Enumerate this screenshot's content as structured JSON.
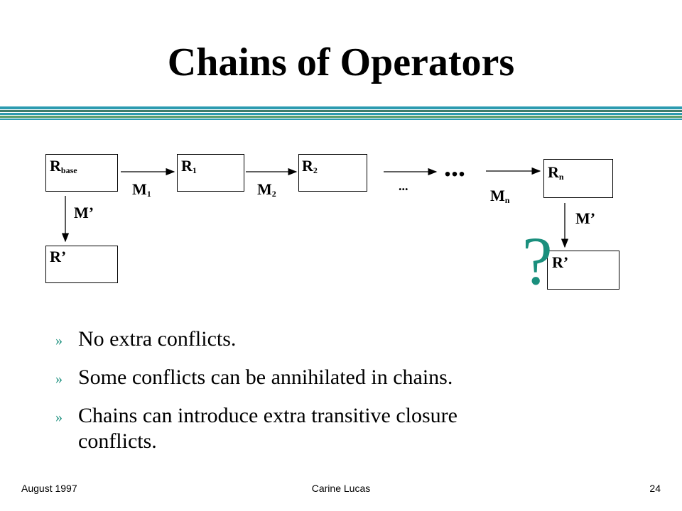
{
  "slide": {
    "title": "Chains of Operators",
    "question_mark": "?"
  },
  "diagram": {
    "nodes": {
      "r_base": {
        "main": "R",
        "sub": "base"
      },
      "r1": {
        "main": "R",
        "sub": "1"
      },
      "r2": {
        "main": "R",
        "sub": "2"
      },
      "rn": {
        "main": "R",
        "sub": "n"
      },
      "r_prime_left": {
        "main": "R’"
      },
      "r_prime_right": {
        "main": "R’"
      }
    },
    "edges": {
      "m1": {
        "main": "M",
        "sub": "1"
      },
      "m2": {
        "main": "M",
        "sub": "2"
      },
      "mn": {
        "main": "M",
        "sub": "n"
      },
      "m_prime_left": {
        "main": "M’"
      },
      "m_prime_right": {
        "main": "M’"
      },
      "small_dots": "...",
      "big_dots": "..."
    }
  },
  "bullets": {
    "mark": "»",
    "items": [
      {
        "line1": "No extra conflicts."
      },
      {
        "line1": "Some conflicts can be annihilated in chains."
      },
      {
        "line1": "Chains can introduce extra transitive closure",
        "line2": "conflicts."
      }
    ]
  },
  "footer": {
    "date": "August 1997",
    "author": "Carine Lucas",
    "page": "24"
  }
}
